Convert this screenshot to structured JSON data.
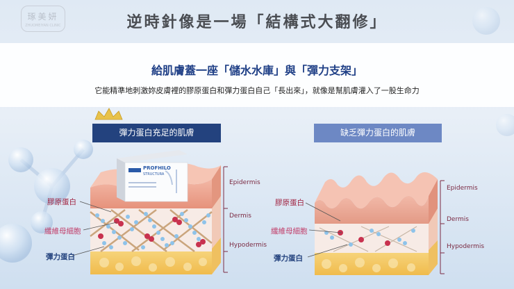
{
  "logo": {
    "text": "琢美妍",
    "sub": "ZHUOMEIYAN CLINIC"
  },
  "title": "逆時針像是一場「結構式大翻修」",
  "subtitle": "給肌膚蓋一座「儲水水庫」與「彈力支架」",
  "description": "它能精準地刺激妳皮膚裡的膠原蛋白和彈力蛋白自己「長出來」，就像是幫肌膚灌入了一股生命力",
  "panels": {
    "left": {
      "heading": "彈力蛋白充足的肌膚",
      "labels": {
        "collagen": "膠原蛋白",
        "fibroblast": "纖維母細胞",
        "elastin": "彈力蛋白"
      },
      "layers": {
        "epidermis": "Epidermis",
        "dermis": "Dermis",
        "hypodermis": "Hypodermis"
      },
      "product": {
        "brand": "PROFHILO",
        "sub": "STRUCTURA"
      }
    },
    "right": {
      "heading": "缺乏彈力蛋白的肌膚",
      "labels": {
        "collagen": "膠原蛋白",
        "fibroblast": "纖維母細胞",
        "elastin": "彈力蛋白"
      },
      "layers": {
        "epidermis": "Epidermis",
        "dermis": "Dermis",
        "hypodermis": "Hypodermis"
      }
    }
  },
  "colors": {
    "title": "#4a4d52",
    "subtitle": "#1f3f86",
    "pill_left": "#23427e",
    "pill_right": "#6d88c4",
    "label_red": "#a0213f",
    "label_pink": "#c2426d",
    "label_navy": "#23427e",
    "layer_text": "#7b2a42"
  }
}
